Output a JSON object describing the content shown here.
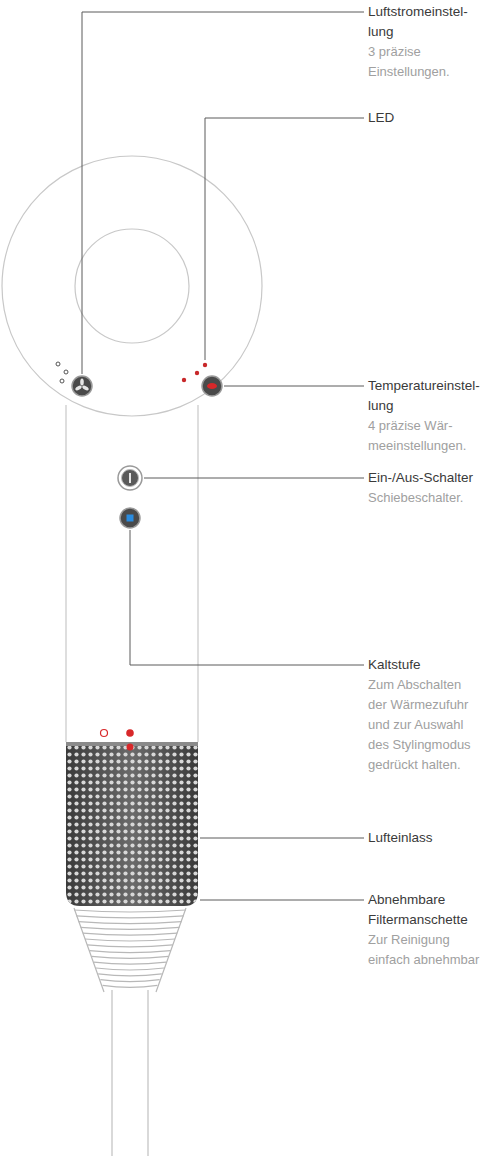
{
  "diagram": {
    "labels": [
      "Luftstromeinstel- lung",
      "3 präzise Einstellungen.",
      "LED",
      "Temperatureinstel- lung",
      "4 präzise Wär- meeinstellungen.",
      "Ein-/Aus-Schalter",
      "Schiebeschalter.",
      "Kaltstufe",
      "Zum Abschalten der Wärmezufuhr und zur Auswahl des Stylingmodus gedrückt halten.",
      "Lufteinlass",
      "Abnehmbare Filtermanschette",
      "Zur Reinigung einfach abnehmbar"
    ]
  }
}
